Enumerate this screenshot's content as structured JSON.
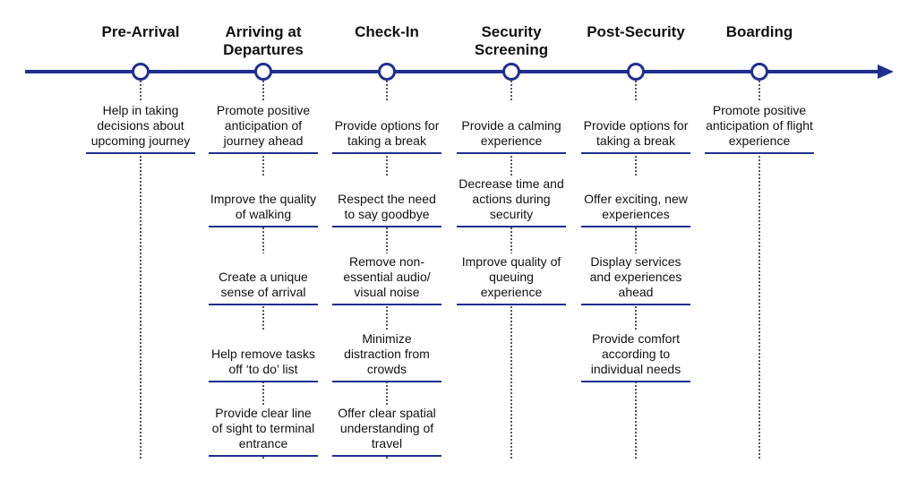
{
  "colors": {
    "accent": "#1f2f8f",
    "text": "#111111",
    "dotted_connector": "#555555"
  },
  "stages": [
    {
      "title": "Pre-Arrival",
      "items": [
        "Help in taking decisions about upcoming journey"
      ]
    },
    {
      "title": "Arriving at Departures",
      "items": [
        "Promote positive anticipation of journey ahead",
        "Improve the quality of walking",
        "Create a unique sense of arrival",
        "Help remove tasks off ‘to do’ list",
        "Provide clear line of sight to terminal entrance"
      ]
    },
    {
      "title": "Check-In",
      "items": [
        "Provide options for taking a break",
        "Respect the need to say goodbye",
        "Remove non-essential audio/ visual noise",
        "Minimize distraction from crowds",
        "Offer clear spatial understanding of travel"
      ]
    },
    {
      "title": "Security Screening",
      "items": [
        "Provide a calming experience",
        "Decrease time and actions during security",
        "Improve quality of queuing experience"
      ]
    },
    {
      "title": "Post-Security",
      "items": [
        "Provide options for taking a break",
        "Offer exciting, new experiences",
        "Display services and experiences ahead",
        "Provide comfort according to individual needs"
      ]
    },
    {
      "title": "Boarding",
      "items": [
        "Promote positive anticipation of flight experience"
      ]
    }
  ]
}
